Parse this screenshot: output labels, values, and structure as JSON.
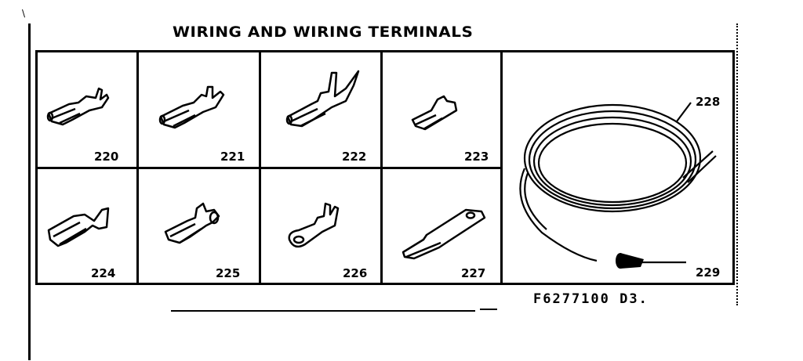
{
  "diagram": {
    "title": "WIRING AND WIRING TERMINALS",
    "drawing_code": "F6277100 D3.",
    "parts": [
      {
        "number": "220",
        "type": "female-quick-disconnect-terminal"
      },
      {
        "number": "221",
        "type": "female-quick-disconnect-terminal"
      },
      {
        "number": "222",
        "type": "female-quick-disconnect-terminal"
      },
      {
        "number": "223",
        "type": "female-quick-disconnect-terminal"
      },
      {
        "number": "224",
        "type": "female-quick-disconnect-terminal"
      },
      {
        "number": "225",
        "type": "female-quick-disconnect-terminal"
      },
      {
        "number": "226",
        "type": "ring-terminal"
      },
      {
        "number": "227",
        "type": "male-tab-terminal"
      },
      {
        "number": "228",
        "type": "wire-coil"
      },
      {
        "number": "229",
        "type": "wire-nut-connector"
      }
    ],
    "colors": {
      "ink": "#000000",
      "paper": "#ffffff"
    }
  }
}
